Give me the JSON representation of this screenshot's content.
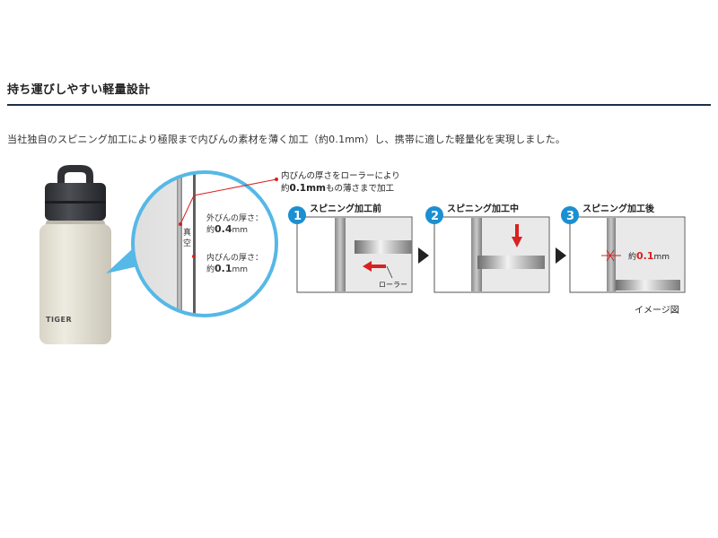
{
  "section": {
    "heading": "持ち運びしやすい軽量設計",
    "description": "当社独自のスピニング加工により極限まで内びんの素材を薄く加工（約0.1mm）し、携帯に適した軽量化を実現しました。"
  },
  "bottle": {
    "brand": "TIGER"
  },
  "zoom": {
    "callout_line1": "内びんの厚さをローラーにより",
    "callout_line2_value": "0.1mm",
    "callout_line2_prefix": "約",
    "callout_line2_suffix": "もの薄さまで加工",
    "vacuum_char1": "真",
    "vacuum_char2": "空",
    "outer_label": "外びんの厚さ：",
    "outer_prefix": "約",
    "outer_value": "0.4",
    "outer_unit": "mm",
    "inner_label": "内びんの厚さ：",
    "inner_prefix": "約",
    "inner_value": "0.1",
    "inner_unit": "mm"
  },
  "steps": [
    {
      "number": "1",
      "title": "スピニング加工前",
      "roller_label": "ローラー"
    },
    {
      "number": "2",
      "title": "スピニング加工中"
    },
    {
      "number": "3",
      "title": "スピニング加工後",
      "thickness_prefix": "約",
      "thickness_value": "0.1",
      "thickness_unit": "mm"
    }
  ],
  "caption": "イメージ図",
  "colors": {
    "step_badge": "#1a8fd1",
    "arrow_red": "#d9211f",
    "rule": "#1a2f4a",
    "zoom_border": "#56b8e6"
  }
}
